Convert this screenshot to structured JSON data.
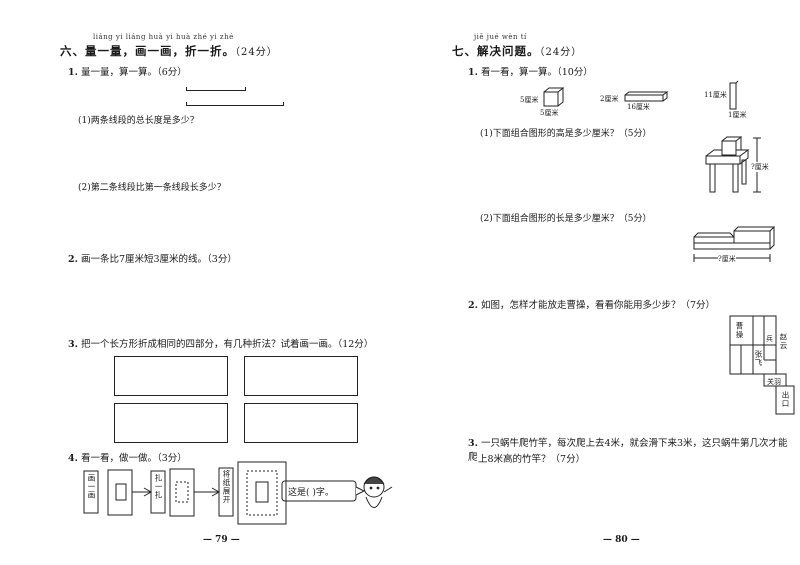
{
  "left": {
    "section_pinyin": "liáng yi liáng   huà yi huà   zhé yi zhé",
    "section_title": "六、量一量，画一画，折一折。",
    "section_points": "（24分）",
    "q1": {
      "num": "1.",
      "text": "量一量，算一算。（6分）",
      "sub1": "(1)两条线段的总长度是多少？",
      "sub2": "(2)第二条线段比第一条线段长多少？"
    },
    "q2": {
      "num": "2.",
      "text": "画一条比7厘米短3厘米的线。（3分）"
    },
    "q3": {
      "num": "3.",
      "text": "把一个长方形折成相同的四部分，有几种折法？试着画一画。（12分）"
    },
    "q4": {
      "num": "4.",
      "text": "看一看，做一做。（3分）",
      "step1": "画一画",
      "step2": "扎一扎",
      "step3": "将纸展开",
      "answer_prompt": "这是(    )字。"
    },
    "page_number": "— 79 —"
  },
  "right": {
    "section_pinyin": "jiě jué wèn tí",
    "section_title": "七、解决问题。",
    "section_points": "（24分）",
    "q1": {
      "num": "1.",
      "text": "看一看，算一算。（10分）",
      "fig_cube_height": "5厘米",
      "fig_cube_width": "5厘米",
      "fig_plank_height": "2厘米",
      "fig_plank_length": "16厘米",
      "fig_stick_height": "11厘米",
      "fig_stick_width": "1厘米",
      "sub1": "(1)下面组合图形的高是多少厘米？（5分）",
      "sub1_label": "?厘米",
      "sub2": "(2)下面组合图形的长是多少厘米？（5分）",
      "sub2_label": "?厘米"
    },
    "q2": {
      "num": "2.",
      "text": "如图，怎样才能放走曹操，看看你能用多少步？（7分）",
      "piece_caocao": "曹操",
      "piece_bing": "兵",
      "piece_zhaoyun": "赵云",
      "piece_zhangfei": "张飞",
      "piece_guanyu": "关羽",
      "piece_exit": "出口"
    },
    "q3": {
      "num": "3.",
      "text": "一只蜗牛爬竹竿，每次爬上去4米，就会滑下来3米，这只蜗牛第几次才能爬",
      "text2": "上8米高的竹竿？（7分）"
    },
    "page_number": "— 80 —"
  }
}
